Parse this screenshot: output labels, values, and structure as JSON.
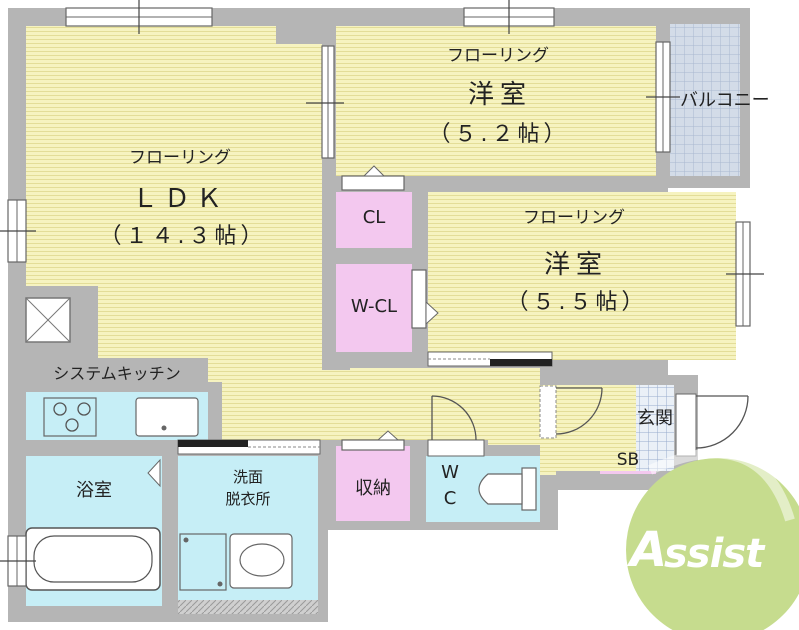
{
  "rooms": {
    "ldk": {
      "floor": "フローリング",
      "name": "ＬＤＫ",
      "size": "（１４.３帖）"
    },
    "western1": {
      "floor": "フローリング",
      "name": "洋室",
      "size": "（５.２帖）"
    },
    "western2": {
      "floor": "フローリング",
      "name": "洋室",
      "size": "（５.５帖）"
    },
    "balcony": "バルコニー",
    "cl": "CL",
    "wcl": "W-CL",
    "kitchen": "システムキッチン",
    "bath": "浴室",
    "washroom_line1": "洗面",
    "washroom_line2": "脱衣所",
    "storage": "収納",
    "wc_line1": "W",
    "wc_line2": "C",
    "entrance": "玄関",
    "sb": "SB"
  },
  "logo": {
    "initial": "A",
    "rest": "ssist"
  },
  "colors": {
    "floor": "#f6f3c0",
    "wall": "#b5b5b5",
    "closet": "#f3c8ef",
    "water": "#c6eef6",
    "balcony": "#d3dce8",
    "logo": "#c6dc8e"
  }
}
